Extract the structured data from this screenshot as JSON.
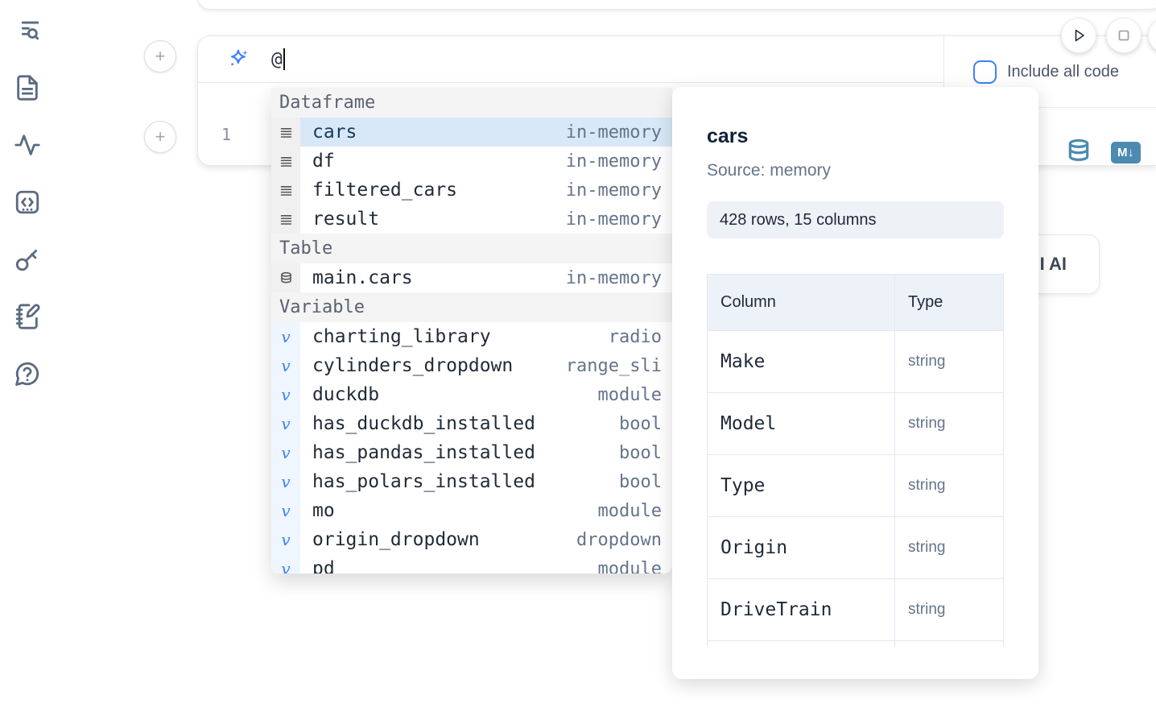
{
  "sidebar": {
    "icons": [
      {
        "name": "list-search-icon"
      },
      {
        "name": "document-icon"
      },
      {
        "name": "activity-icon"
      },
      {
        "name": "code-square-icon"
      },
      {
        "name": "key-icon"
      },
      {
        "name": "notebook-pen-icon"
      },
      {
        "name": "help-chat-icon"
      }
    ]
  },
  "toolbar": {
    "include_all_code_label": "Include all code"
  },
  "prompt": {
    "value": "@"
  },
  "cell": {
    "line_number": "1",
    "markdown_badge": "M↓"
  },
  "ai_button": {
    "visible_label": "I AI"
  },
  "completion": {
    "sections": [
      {
        "label": "Dataframe",
        "icon": "rows-icon",
        "items": [
          {
            "name": "cars",
            "type": "in-memory",
            "selected": true
          },
          {
            "name": "df",
            "type": "in-memory"
          },
          {
            "name": "filtered_cars",
            "type": "in-memory"
          },
          {
            "name": "result",
            "type": "in-memory"
          }
        ]
      },
      {
        "label": "Table",
        "icon": "database-icon",
        "items": [
          {
            "name": "main.cars",
            "type": "in-memory"
          }
        ]
      },
      {
        "label": "Variable",
        "icon": "variable-icon",
        "items": [
          {
            "name": "charting_library",
            "type": "radio"
          },
          {
            "name": "cylinders_dropdown",
            "type": "range_sli"
          },
          {
            "name": "duckdb",
            "type": "module"
          },
          {
            "name": "has_duckdb_installed",
            "type": "bool"
          },
          {
            "name": "has_pandas_installed",
            "type": "bool"
          },
          {
            "name": "has_polars_installed",
            "type": "bool"
          },
          {
            "name": "mo",
            "type": "module"
          },
          {
            "name": "origin_dropdown",
            "type": "dropdown"
          },
          {
            "name": "pd",
            "type": "module",
            "clipped": true
          }
        ]
      }
    ]
  },
  "preview": {
    "title": "cars",
    "source": "Source: memory",
    "shape": "428 rows, 15 columns",
    "table": {
      "headers": [
        "Column",
        "Type"
      ],
      "rows": [
        {
          "column": "Make",
          "type": "string"
        },
        {
          "column": "Model",
          "type": "string"
        },
        {
          "column": "Type",
          "type": "string"
        },
        {
          "column": "Origin",
          "type": "string"
        },
        {
          "column": "DriveTrain",
          "type": "string"
        }
      ]
    }
  },
  "colors": {
    "accent_blue": "#3b82f6",
    "selection_blue": "#d9e8f8",
    "steel_blue": "#4c8ab1",
    "sidebar_icon": "#5b6b80",
    "muted_text": "#64748b"
  }
}
